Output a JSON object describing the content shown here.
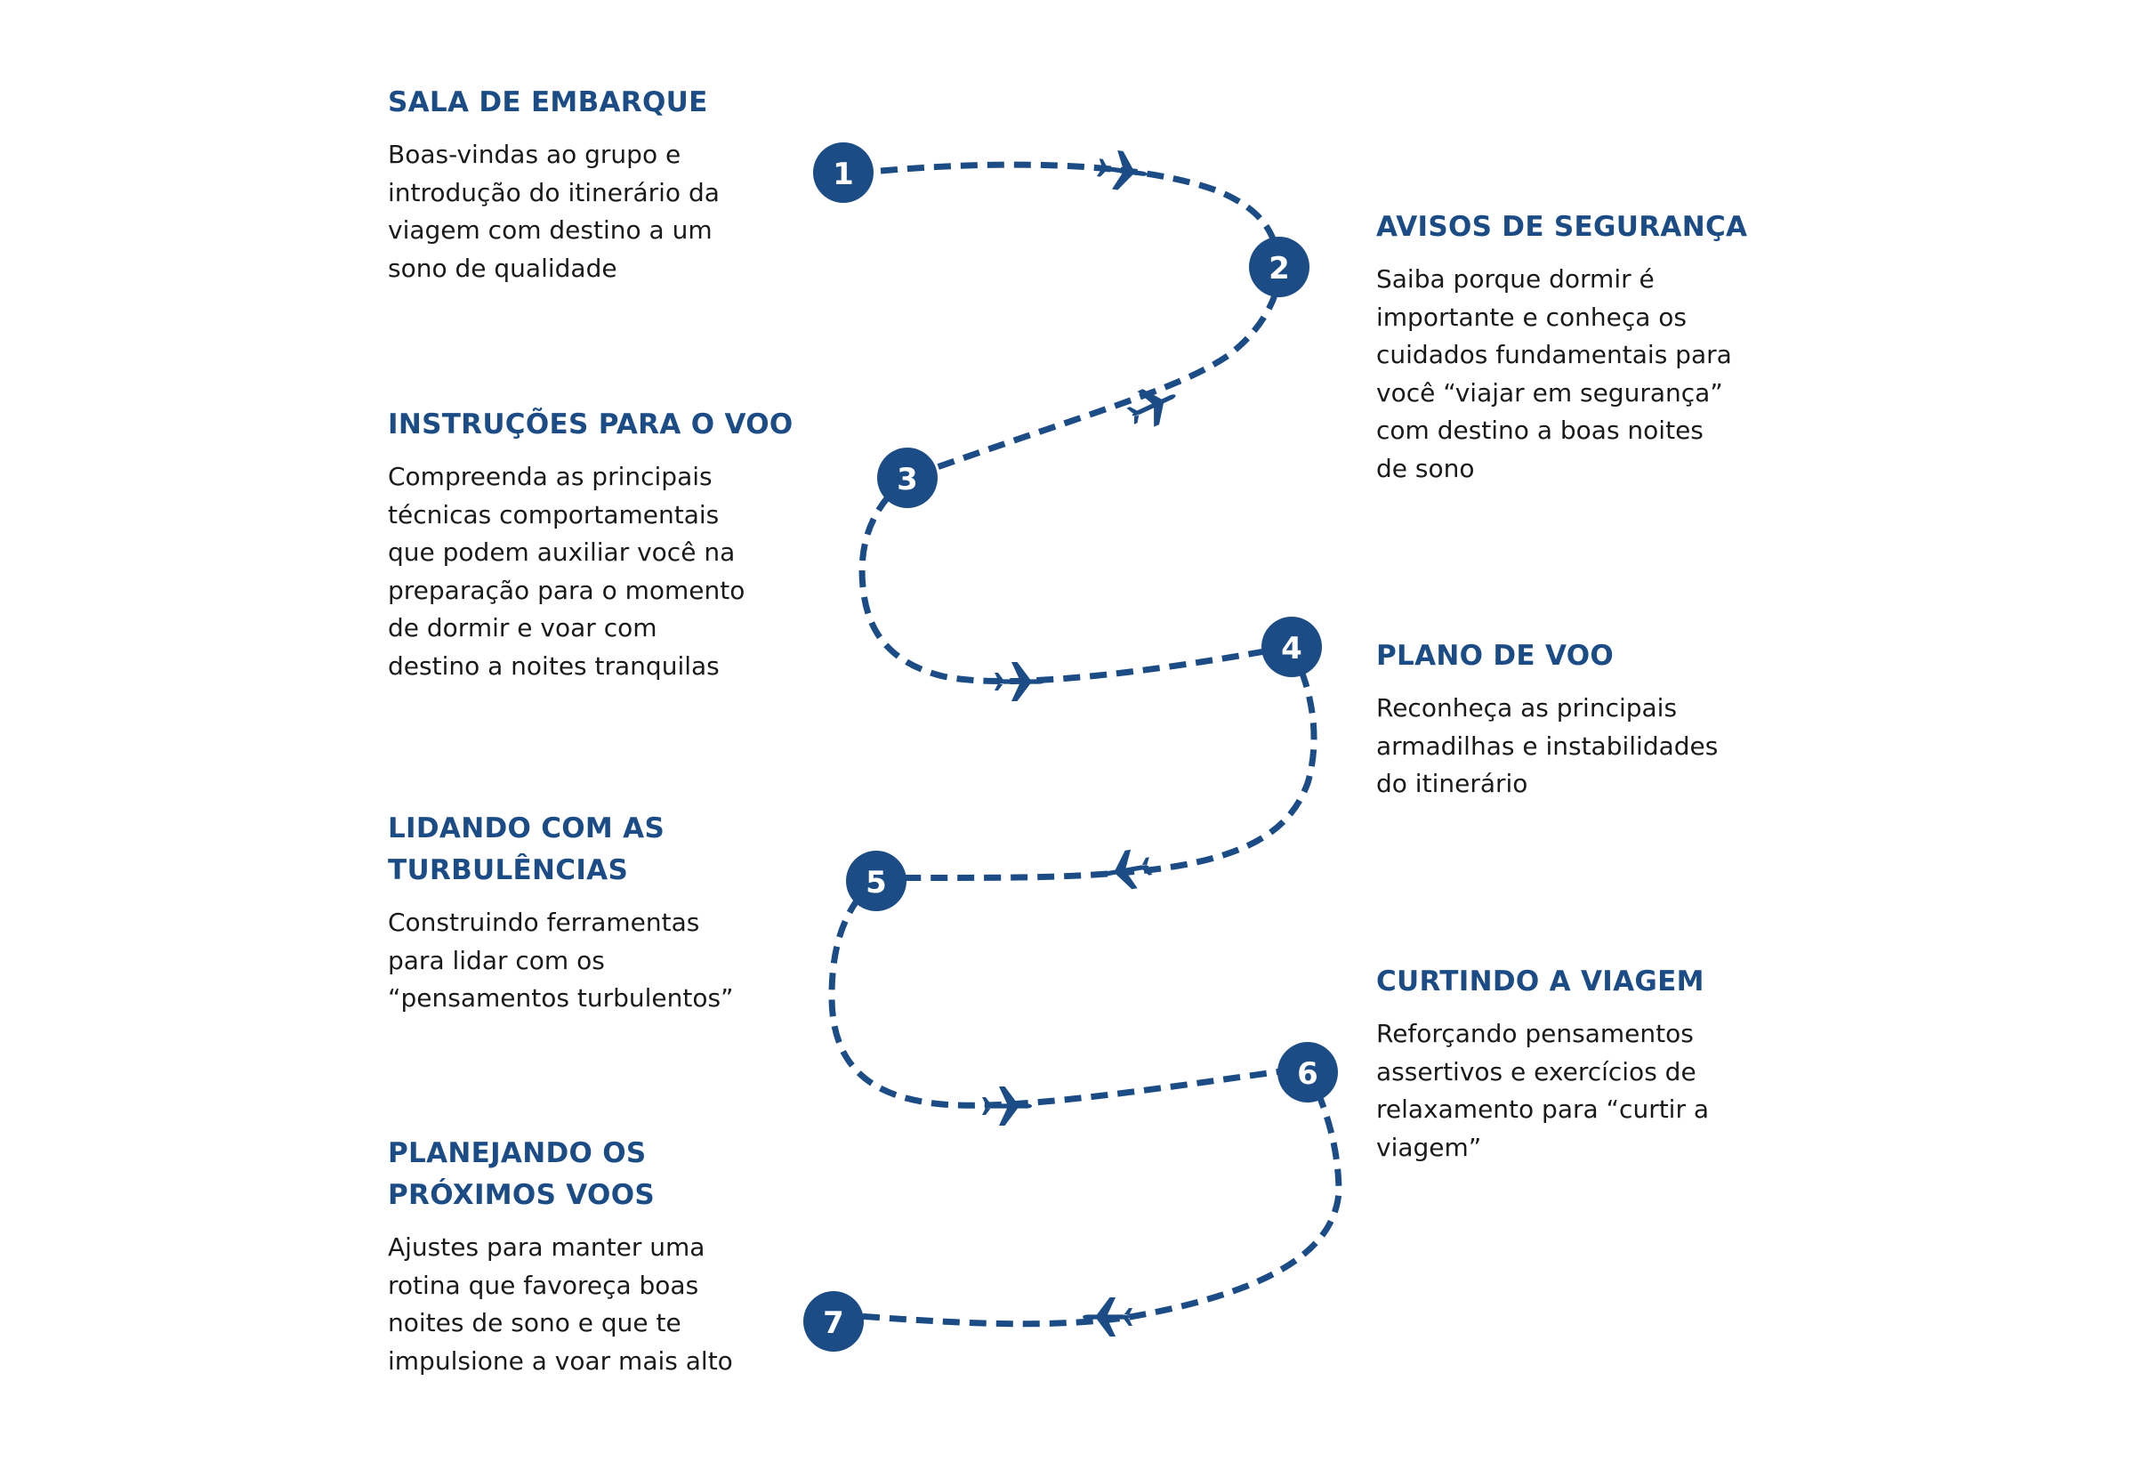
{
  "colors": {
    "accent": "#1c4c86",
    "path": "#1c4c86",
    "text": "#1a1a1a",
    "background": "#ffffff"
  },
  "icons": {
    "route_marker": "airplane-icon"
  },
  "steps": [
    {
      "number": "1",
      "title": "SALA DE EMBARQUE",
      "description": "Boas-vindas ao grupo e\nintrodução do itinerário da\nviagem com destino a um\nsono de qualidade"
    },
    {
      "number": "2",
      "title": "AVISOS DE SEGURANÇA",
      "description": "Saiba porque dormir é\nimportante e conheça os\ncuidados fundamentais para\nvocê “viajar em segurança”\ncom destino a boas noites\nde sono"
    },
    {
      "number": "3",
      "title": "INSTRUÇÕES PARA O VOO",
      "description": "Compreenda as principais\ntécnicas comportamentais\nque podem auxiliar você na\npreparação para o momento\nde dormir e voar com\ndestino a noites tranquilas"
    },
    {
      "number": "4",
      "title": "PLANO DE VOO",
      "description": "Reconheça as principais\narmadilhas e instabilidades\ndo itinerário"
    },
    {
      "number": "5",
      "title": "LIDANDO COM AS\nTURBULÊNCIAS",
      "description": "Construindo ferramentas\npara lidar com os\n“pensamentos turbulentos”"
    },
    {
      "number": "6",
      "title": "CURTINDO A VIAGEM",
      "description": "Reforçando pensamentos\nassertivos e exercícios de\nrelaxamento para “curtir a\nviagem”"
    },
    {
      "number": "7",
      "title": "PLANEJANDO OS\nPRÓXIMOS VOOS",
      "description": "Ajustes para manter uma\nrotina que favoreça boas\nnoites de sono e que te\nimpulsione a voar mais alto"
    }
  ]
}
